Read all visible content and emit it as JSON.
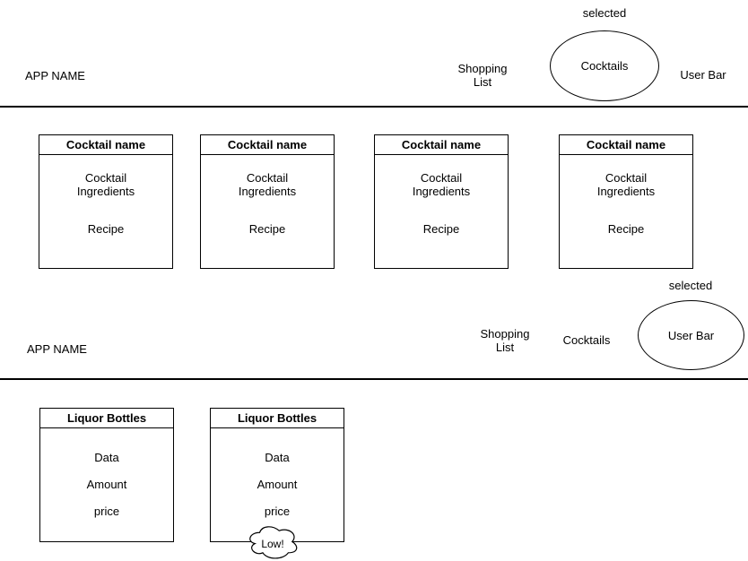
{
  "screens": [
    {
      "app_name": "APP NAME",
      "selected_annotation": "selected",
      "nav": [
        {
          "label": "Shopping\nList",
          "selected": false
        },
        {
          "label": "Cocktails",
          "selected": true
        },
        {
          "label": "User Bar",
          "selected": false
        }
      ],
      "cards": [
        {
          "title": "Cocktail name",
          "lines": [
            "Cocktail\nIngredients",
            "Recipe"
          ]
        },
        {
          "title": "Cocktail name",
          "lines": [
            "Cocktail\nIngredients",
            "Recipe"
          ]
        },
        {
          "title": "Cocktail name",
          "lines": [
            "Cocktail\nIngredients",
            "Recipe"
          ]
        },
        {
          "title": "Cocktail name",
          "lines": [
            "Cocktail\nIngredients",
            "Recipe"
          ]
        }
      ]
    },
    {
      "app_name": "APP NAME",
      "selected_annotation": "selected",
      "nav": [
        {
          "label": "Shopping\nList",
          "selected": false
        },
        {
          "label": "Cocktails",
          "selected": false
        },
        {
          "label": "User Bar",
          "selected": true
        }
      ],
      "cards": [
        {
          "title": "Liquor Bottles",
          "lines": [
            "Data",
            "Amount",
            "price"
          ]
        },
        {
          "title": "Liquor Bottles",
          "lines": [
            "Data",
            "Amount",
            "price"
          ],
          "callout": "Low!"
        }
      ]
    }
  ],
  "colors": {
    "stroke": "#000000",
    "background": "#ffffff",
    "text": "#000000"
  }
}
